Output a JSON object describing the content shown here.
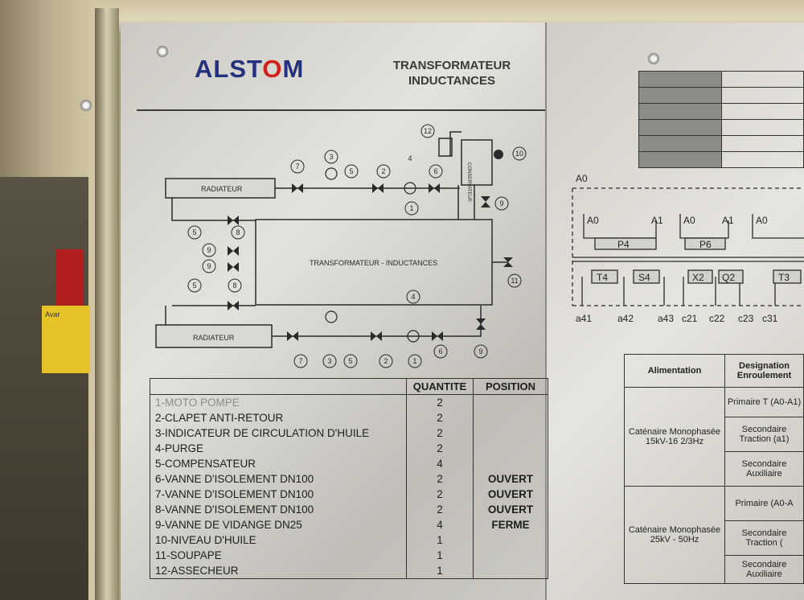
{
  "header": {
    "logo_pre": "ALST",
    "logo_o": "O",
    "logo_post": "M",
    "title_line1": "TRANSFORMATEUR",
    "title_line2": "INDUCTANCES"
  },
  "diagram": {
    "radiator_top": "RADIATEUR",
    "radiator_bottom": "RADIATEUR",
    "transformer": "TRANSFORMATEUR  -  INDUCTANCES",
    "conservator": "CONSERVATEUR",
    "callouts_top": [
      "7",
      "3",
      "5",
      "2",
      "4",
      "6",
      "1",
      "12",
      "10",
      "9"
    ],
    "callouts_left": [
      "5",
      "8",
      "9",
      "9",
      "5",
      "8"
    ],
    "callouts_bottom": [
      "7",
      "3",
      "5",
      "2",
      "1",
      "6",
      "9",
      "4",
      "11"
    ]
  },
  "legend": {
    "headers": [
      "",
      "QUANTITE",
      "POSITION"
    ],
    "rows": [
      {
        "label": "1-MOTO POMPE",
        "qty": "2",
        "pos": ""
      },
      {
        "label": "2-CLAPET ANTI-RETOUR",
        "qty": "2",
        "pos": ""
      },
      {
        "label": "3-INDICATEUR DE CIRCULATION D'HUILE",
        "qty": "2",
        "pos": ""
      },
      {
        "label": "4-PURGE",
        "qty": "2",
        "pos": ""
      },
      {
        "label": "5-COMPENSATEUR",
        "qty": "4",
        "pos": ""
      },
      {
        "label": "6-VANNE D'ISOLEMENT DN100",
        "qty": "2",
        "pos": "OUVERT"
      },
      {
        "label": "7-VANNE D'ISOLEMENT DN100",
        "qty": "2",
        "pos": "OUVERT"
      },
      {
        "label": "8-VANNE D'ISOLEMENT DN100",
        "qty": "2",
        "pos": "OUVERT"
      },
      {
        "label": "9-VANNE DE VIDANGE DN25",
        "qty": "4",
        "pos": "FERME"
      },
      {
        "label": "10-NIVEAU D'HUILE",
        "qty": "1",
        "pos": ""
      },
      {
        "label": "11-SOUPAPE",
        "qty": "1",
        "pos": ""
      },
      {
        "label": "12-ASSECHEUR",
        "qty": "1",
        "pos": ""
      }
    ]
  },
  "wiring": {
    "labels_top": [
      "A0",
      "A0",
      "A1",
      "A0",
      "A1",
      "A0"
    ],
    "boxes_top": [
      "P4",
      "P6"
    ],
    "boxes_mid": [
      "T4",
      "S4",
      "X2",
      "Q2",
      "T3"
    ],
    "labels_bottom": [
      "a41",
      "a42",
      "a43",
      "c21",
      "c22",
      "c23",
      "c31"
    ]
  },
  "alignment_table": {
    "col1": "Alimentation",
    "col2": "Designation Enroulement",
    "row1": "Caténaire Monophasée 15kV-16 2/3Hz",
    "row2": "Caténaire Monophasée 25kV - 50Hz",
    "cells1": [
      "Primaire T (A0-A1)",
      "Secondaire Traction (a1)",
      "Secondaire Auxiliaire"
    ],
    "cells2": [
      "Primaire (A0-A",
      "Secondaire Traction (",
      "Secondaire Auxiliaire"
    ]
  },
  "sticker": {
    "text": "Avar"
  }
}
